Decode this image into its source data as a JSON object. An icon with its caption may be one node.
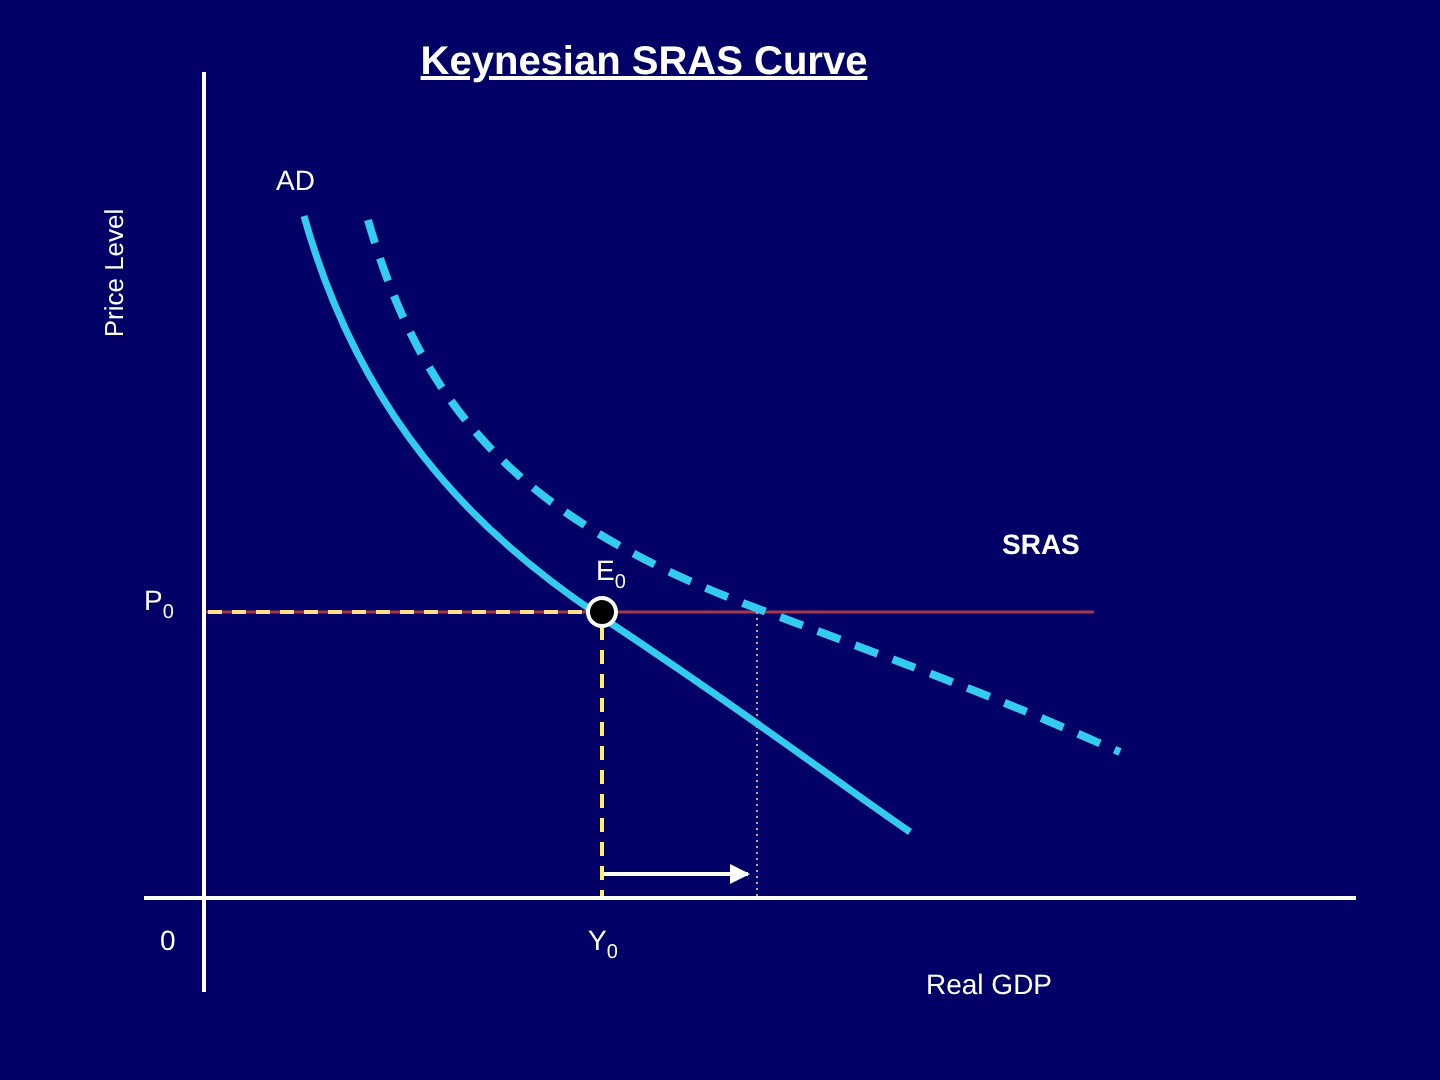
{
  "diagram": {
    "title": "Keynesian SRAS Curve",
    "labels": [
      "AD",
      "Price Level",
      "SRAS",
      "E$_{0}$",
      "P$_{0}$",
      "0",
      "Y$_{0}$",
      "Real GDP"
    ]
  }
}
